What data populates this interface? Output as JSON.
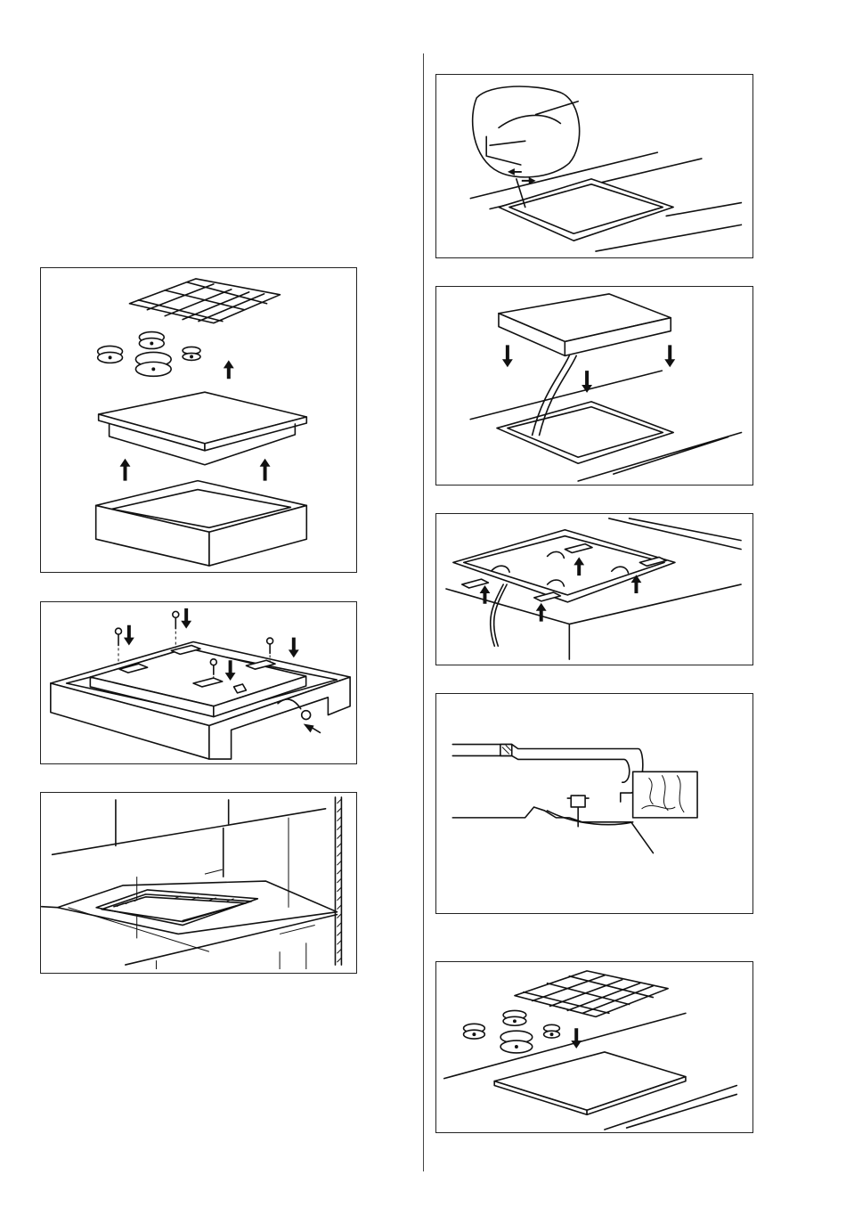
{
  "document": {
    "figures": [
      {
        "id": "fig-1",
        "icon": "disassemble-hob-icon"
      },
      {
        "id": "fig-2",
        "icon": "fix-brackets-screws-icon"
      },
      {
        "id": "fig-3",
        "icon": "cutout-dimensions-icon"
      },
      {
        "id": "fig-4",
        "icon": "apply-seal-icon"
      },
      {
        "id": "fig-5",
        "icon": "lower-hob-icon"
      },
      {
        "id": "fig-6",
        "icon": "tighten-brackets-icon"
      },
      {
        "id": "fig-7",
        "icon": "section-detail-icon"
      },
      {
        "id": "fig-8",
        "icon": "reassemble-hob-icon"
      }
    ]
  }
}
